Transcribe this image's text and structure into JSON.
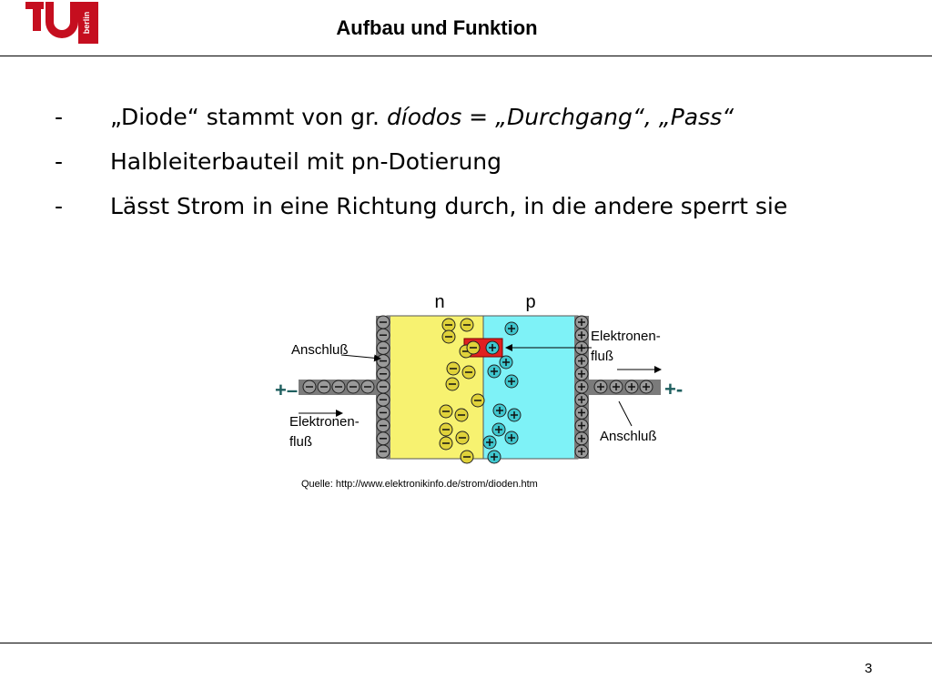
{
  "header": {
    "title": "Aufbau und Funktion",
    "logo_text": "berlin",
    "brand_color": "#c50e1f"
  },
  "bullets": [
    {
      "dash": "-",
      "text": "„Diode“ stammt von gr. ",
      "italic": "díodos = „Durchgang“, „Pass“"
    },
    {
      "dash": "-",
      "text": "Halbleiterbauteil mit pn-Dotierung"
    },
    {
      "dash": "-",
      "text": "Lässt Strom in eine Richtung durch, in die andere sperrt sie"
    }
  ],
  "figure": {
    "n_label": "n",
    "p_label": "p",
    "left_terminal_label": "Anschluß",
    "right_terminal_label": "Anschluß",
    "left_flow_label_1": "Elektronen-",
    "left_flow_label_2": "fluß",
    "right_flow_label_1": "Elektronen-",
    "right_flow_label_2": "fluß",
    "left_sign": "+–",
    "right_sign": "+-",
    "colors": {
      "n_region": "#f7f270",
      "p_region": "#7ef2f7",
      "junction": "#e02020",
      "electrode": "#7b7b7b",
      "sign": "#1f5f5f"
    }
  },
  "caption": "Quelle: http://www.elektronikinfo.de/strom/dioden.htm",
  "page_number": "3"
}
